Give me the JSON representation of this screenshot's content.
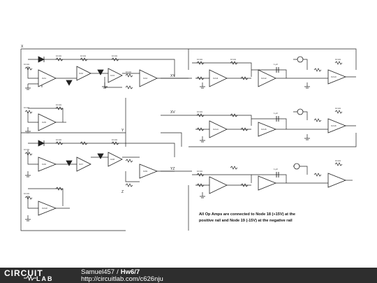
{
  "schematic": {
    "note_line1": "All Op Amps are connected to Node 18 (+15V) at the",
    "note_line2": "positive rail and Node 19 (-15V) at the negative rail",
    "net_labels": {
      "xy": "XY",
      "xv": "XV",
      "yz": "YZ",
      "x": "X",
      "y": "Y",
      "z": "Z"
    },
    "opamp_labels": [
      "OA1",
      "OA2",
      "OA3",
      "OA4",
      "OA5",
      "OA6",
      "OA7",
      "OA8",
      "OA9",
      "OA10",
      "OA11",
      "OA12",
      "OA13",
      "OA14",
      "OA15",
      "OA16"
    ],
    "resistor_value": "10 kΩ",
    "capacitor_value": "1 µF"
  },
  "footer": {
    "logo_top": "CIRCUIT",
    "logo_bottom": "LAB",
    "author": "Samuel457",
    "separator": "/",
    "project": "Hw6/7",
    "url": "http://circuitlab.com/c626nju"
  }
}
